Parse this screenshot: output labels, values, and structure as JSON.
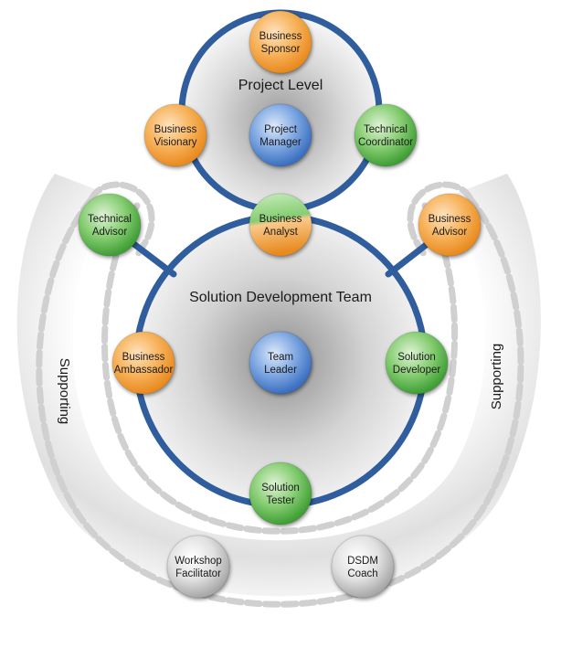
{
  "diagram": {
    "project_level": {
      "title": "Project Level"
    },
    "team": {
      "title": "Solution Development Team"
    },
    "supporting": {
      "left_label": "Supporting",
      "right_label": "Supporting"
    },
    "colors": {
      "ring": "#2f5d9e",
      "orange": "#f5a94a",
      "green": "#6cc05c",
      "blue": "#5b8fd6",
      "grey": "#b9b9b9",
      "dash": "#cfcfcf"
    },
    "nodes": [
      {
        "id": "business-sponsor",
        "lines": [
          "Business",
          "Sponsor"
        ],
        "role": "orange",
        "group": "project"
      },
      {
        "id": "business-visionary",
        "lines": [
          "Business",
          "Visionary"
        ],
        "role": "orange",
        "group": "project"
      },
      {
        "id": "project-manager",
        "lines": [
          "Project",
          "Manager"
        ],
        "role": "blue",
        "group": "project"
      },
      {
        "id": "technical-coordinator",
        "lines": [
          "Technical",
          "Coordinator"
        ],
        "role": "green",
        "group": "project"
      },
      {
        "id": "business-analyst",
        "lines": [
          "Business",
          "Analyst"
        ],
        "role": "green-orange",
        "group": "shared"
      },
      {
        "id": "technical-advisor",
        "lines": [
          "Technical",
          "Advisor"
        ],
        "role": "green",
        "group": "team"
      },
      {
        "id": "business-advisor",
        "lines": [
          "Business",
          "Advisor"
        ],
        "role": "orange",
        "group": "team"
      },
      {
        "id": "business-ambassador",
        "lines": [
          "Business",
          "Ambassador"
        ],
        "role": "orange",
        "group": "team"
      },
      {
        "id": "team-leader",
        "lines": [
          "Team",
          "Leader"
        ],
        "role": "blue",
        "group": "team"
      },
      {
        "id": "solution-developer",
        "lines": [
          "Solution",
          "Developer"
        ],
        "role": "green",
        "group": "team"
      },
      {
        "id": "solution-tester",
        "lines": [
          "Solution",
          "Tester"
        ],
        "role": "green",
        "group": "team"
      },
      {
        "id": "workshop-facilitator",
        "lines": [
          "Workshop",
          "Facilitator"
        ],
        "role": "grey",
        "group": "supporting"
      },
      {
        "id": "dsdm-coach",
        "lines": [
          "DSDM",
          "Coach"
        ],
        "role": "grey",
        "group": "supporting"
      }
    ]
  }
}
